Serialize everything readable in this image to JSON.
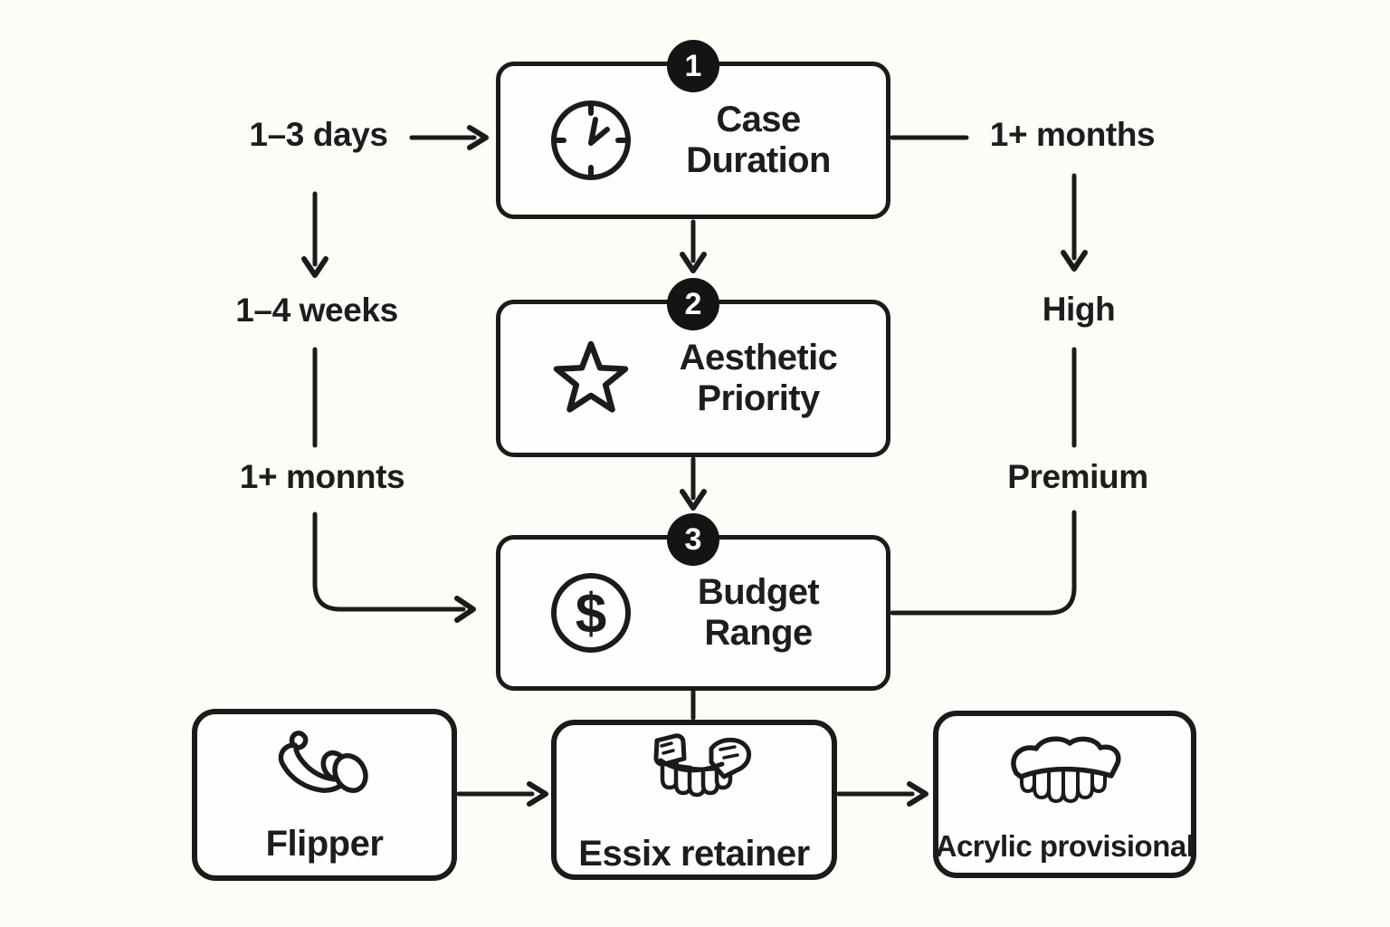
{
  "flowchart": {
    "steps": [
      {
        "number": "1",
        "title": "Case Duration",
        "icon": "clock-icon"
      },
      {
        "number": "2",
        "title": "Aesthetic Priority",
        "icon": "star-icon"
      },
      {
        "number": "3",
        "title": "Budget Range",
        "icon": "dollar-sign-icon"
      }
    ],
    "branch_labels": {
      "left": [
        "1–3 days",
        "1–4 weeks",
        "1+ monnts"
      ],
      "right": [
        "1+ months",
        "High",
        "Premium"
      ]
    },
    "options": [
      {
        "title": "Flipper",
        "icon": "flipper-denture-icon"
      },
      {
        "title": "Essix retainer",
        "icon": "essix-retainer-icon"
      },
      {
        "title": "Acrylic provisional",
        "icon": "acrylic-denture-icon"
      }
    ],
    "colors": {
      "background": "#FDFCF7",
      "box_fill": "#FEFEFC",
      "line": "#1B1B1B",
      "text": "#1D1D1D",
      "badge_background": "#141414",
      "badge_number": "#FFFFFF"
    }
  }
}
